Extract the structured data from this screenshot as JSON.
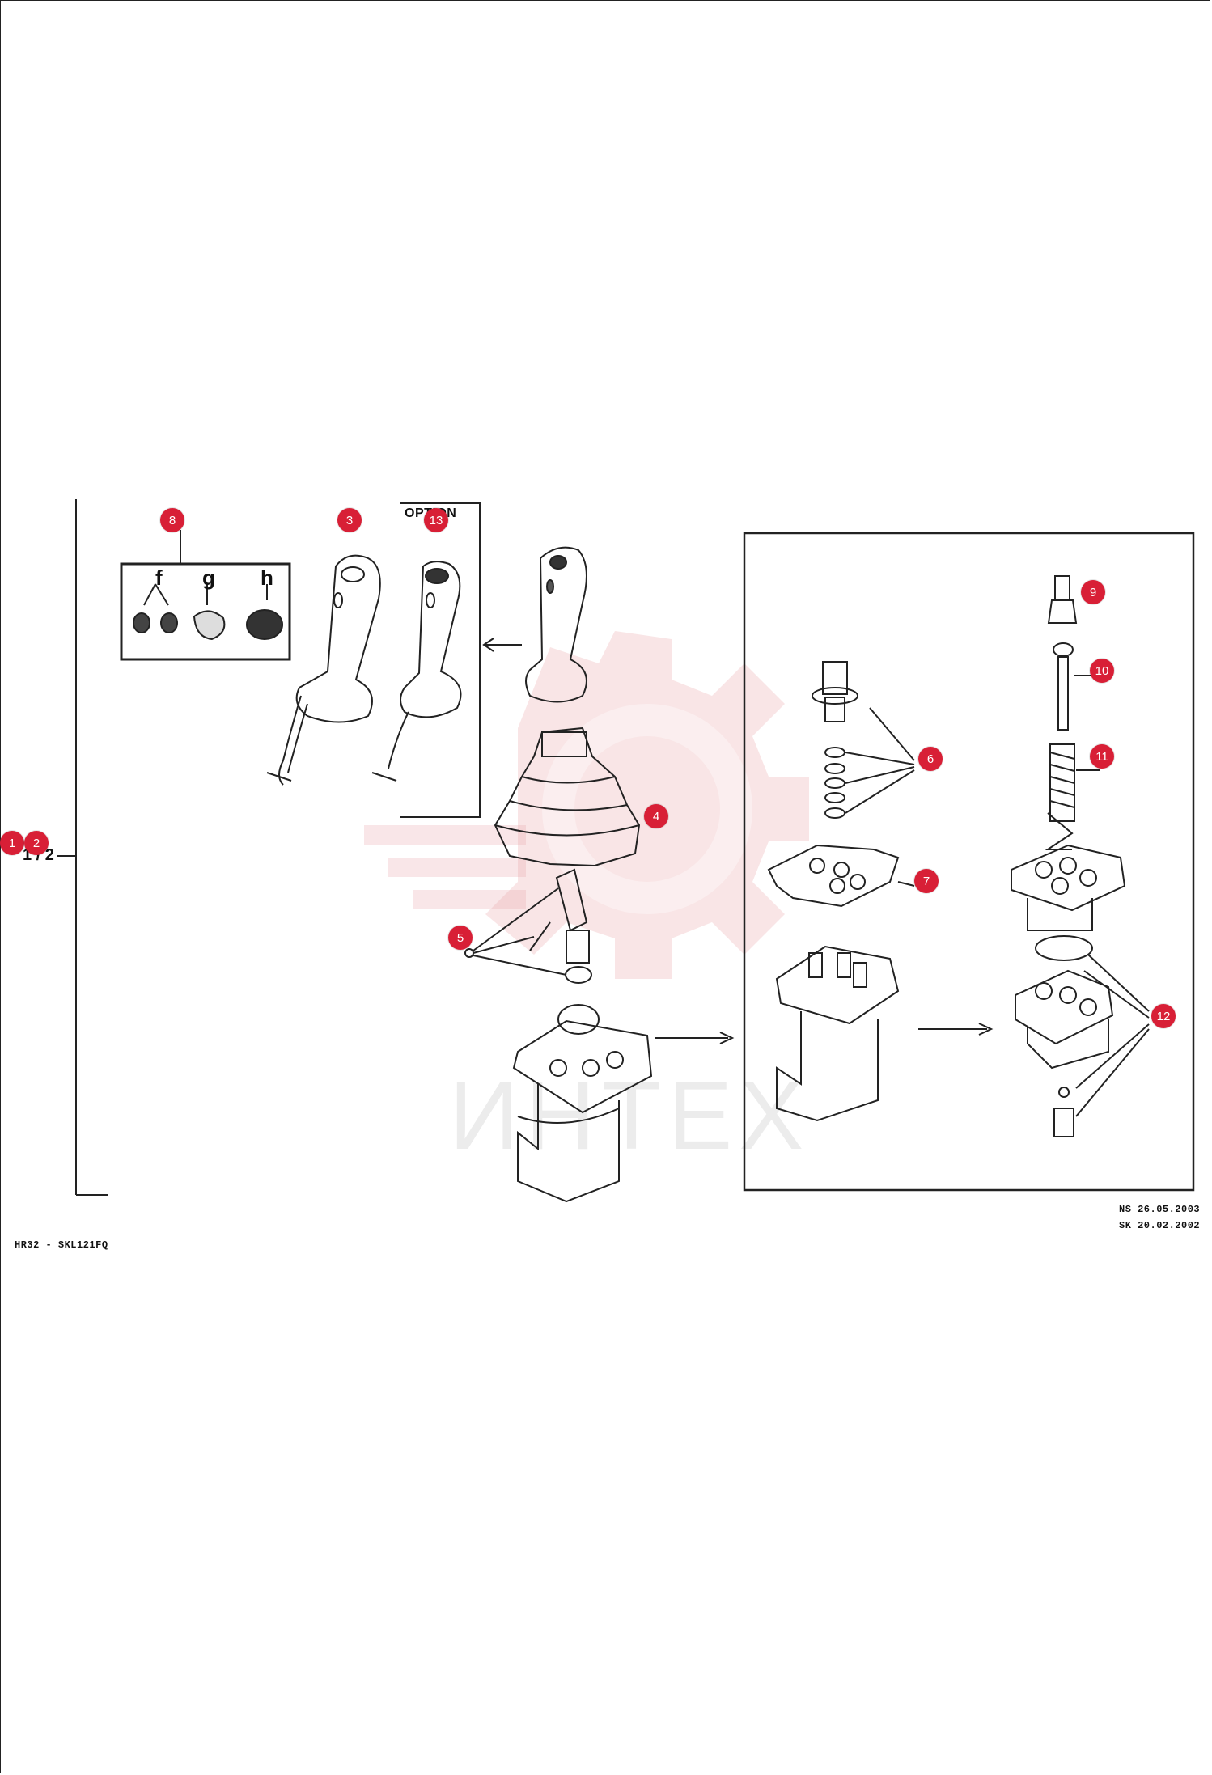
{
  "diagram": {
    "subgroup_letters": [
      "f",
      "g",
      "h"
    ],
    "option_header": "OPTION",
    "group_label": "1 / 2",
    "doc_code": "HR32 - SKL121FQ",
    "revision_lines": [
      "NS 26.05.2003",
      "SK 20.02.2002"
    ],
    "watermark_text": "ИНТЕХ",
    "watermark_color": "#e8a0a6",
    "callout_color": "#d81f36"
  },
  "callouts": [
    {
      "id": "1",
      "part": "1"
    },
    {
      "id": "2",
      "part": "2"
    },
    {
      "id": "3",
      "part": "3"
    },
    {
      "id": "4",
      "part": "4"
    },
    {
      "id": "5",
      "part": "5"
    },
    {
      "id": "6",
      "part": "6"
    },
    {
      "id": "7",
      "part": "7"
    },
    {
      "id": "8",
      "part": "8"
    },
    {
      "id": "9",
      "part": "9"
    },
    {
      "id": "10",
      "part": "10"
    },
    {
      "id": "11",
      "part": "11"
    },
    {
      "id": "12",
      "part": "12"
    },
    {
      "id": "13",
      "part": "13"
    }
  ]
}
